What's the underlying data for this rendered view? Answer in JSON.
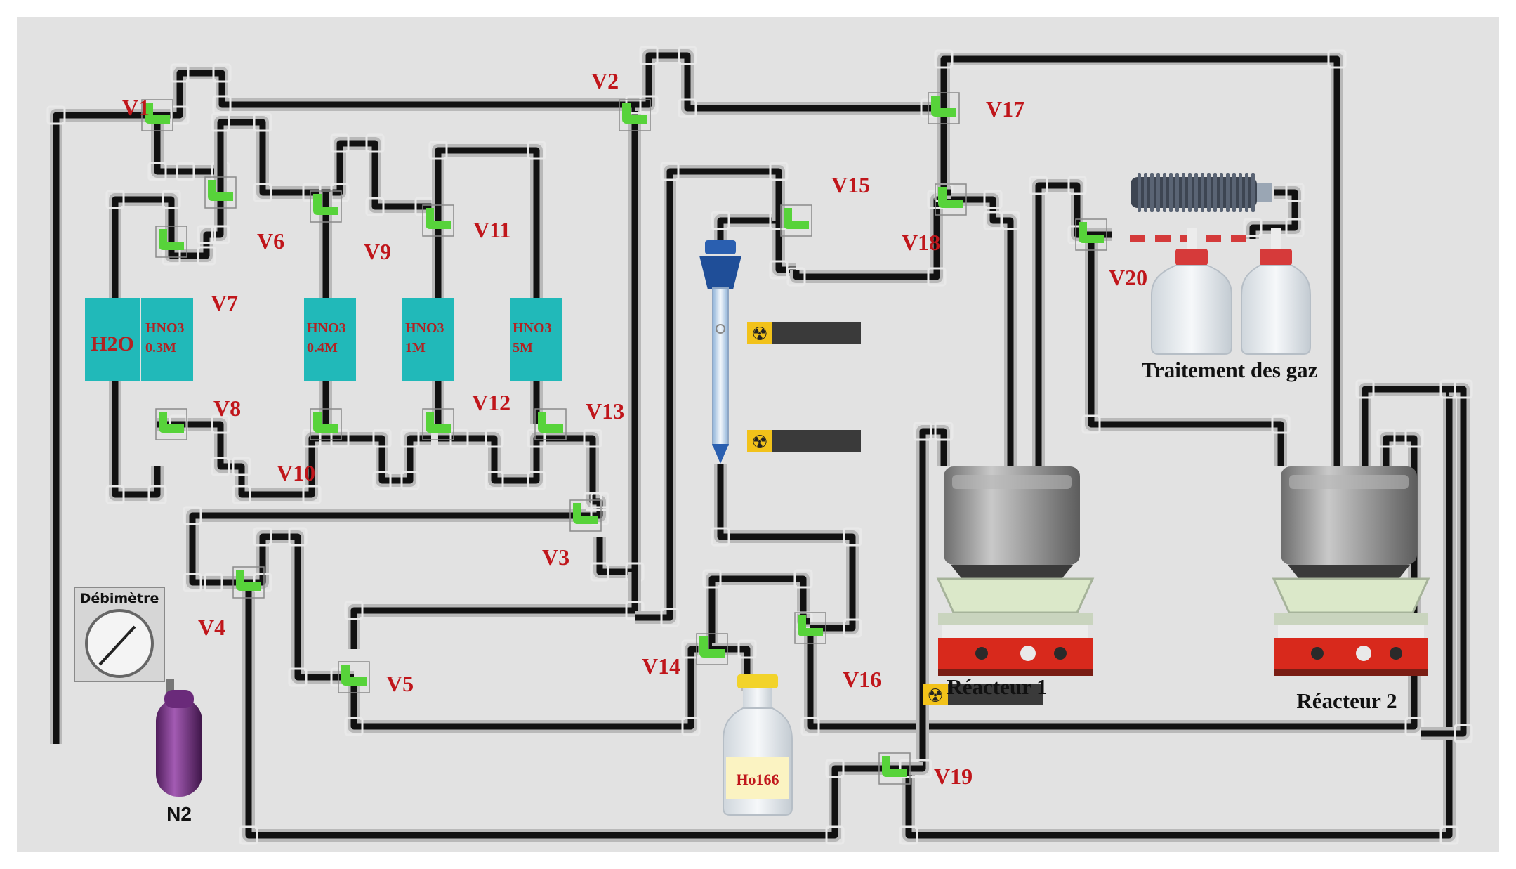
{
  "colors": {
    "background": "#e2e2e2",
    "pipe_outer": "#b9b9b9",
    "pipe_inner": "#111111",
    "valve_open": "#57d33a",
    "valve_label": "#c0161b",
    "tank": "#21b9b9",
    "gas_bottle": "#7d2f8c",
    "hotplate": "#d8291c"
  },
  "valves": [
    {
      "id": "V1",
      "label": "V1"
    },
    {
      "id": "V2",
      "label": "V2"
    },
    {
      "id": "V3",
      "label": "V3"
    },
    {
      "id": "V4",
      "label": "V4"
    },
    {
      "id": "V5",
      "label": "V5"
    },
    {
      "id": "V6",
      "label": "V6"
    },
    {
      "id": "V7",
      "label": "V7"
    },
    {
      "id": "V8",
      "label": "V8"
    },
    {
      "id": "V9",
      "label": "V9"
    },
    {
      "id": "V10",
      "label": "V10"
    },
    {
      "id": "V11",
      "label": "V11"
    },
    {
      "id": "V12",
      "label": "V12"
    },
    {
      "id": "V13",
      "label": "V13"
    },
    {
      "id": "V14",
      "label": "V14"
    },
    {
      "id": "V15",
      "label": "V15"
    },
    {
      "id": "V16",
      "label": "V16"
    },
    {
      "id": "V17",
      "label": "V17"
    },
    {
      "id": "V18",
      "label": "V18"
    },
    {
      "id": "V19",
      "label": "V19"
    },
    {
      "id": "V20",
      "label": "V20"
    }
  ],
  "tanks": {
    "h2o": {
      "label": "H2O"
    },
    "hno3_03": {
      "line1": "HNO3",
      "line2": "0.3M"
    },
    "hno3_04": {
      "line1": "HNO3",
      "line2": "0.4M"
    },
    "hno3_1": {
      "line1": "HNO3",
      "line2": "1M"
    },
    "hno3_5": {
      "line1": "HNO3",
      "line2": "5M"
    }
  },
  "flowmeter": {
    "label": "Débimètre"
  },
  "gas_cylinder": {
    "label": "N2"
  },
  "source_vial": {
    "label": "Ho166"
  },
  "gas_treatment": {
    "label": "Traitement des gaz"
  },
  "reactors": [
    {
      "id": "reactor-1",
      "label": "Réacteur 1"
    },
    {
      "id": "reactor-2",
      "label": "Réacteur 2"
    }
  ],
  "radiation_indicators": [
    {
      "id": "column-top-monitor",
      "icon": "radiation-icon"
    },
    {
      "id": "column-bottom-monitor",
      "icon": "radiation-icon"
    },
    {
      "id": "reactor-1-monitor",
      "icon": "radiation-icon"
    }
  ]
}
